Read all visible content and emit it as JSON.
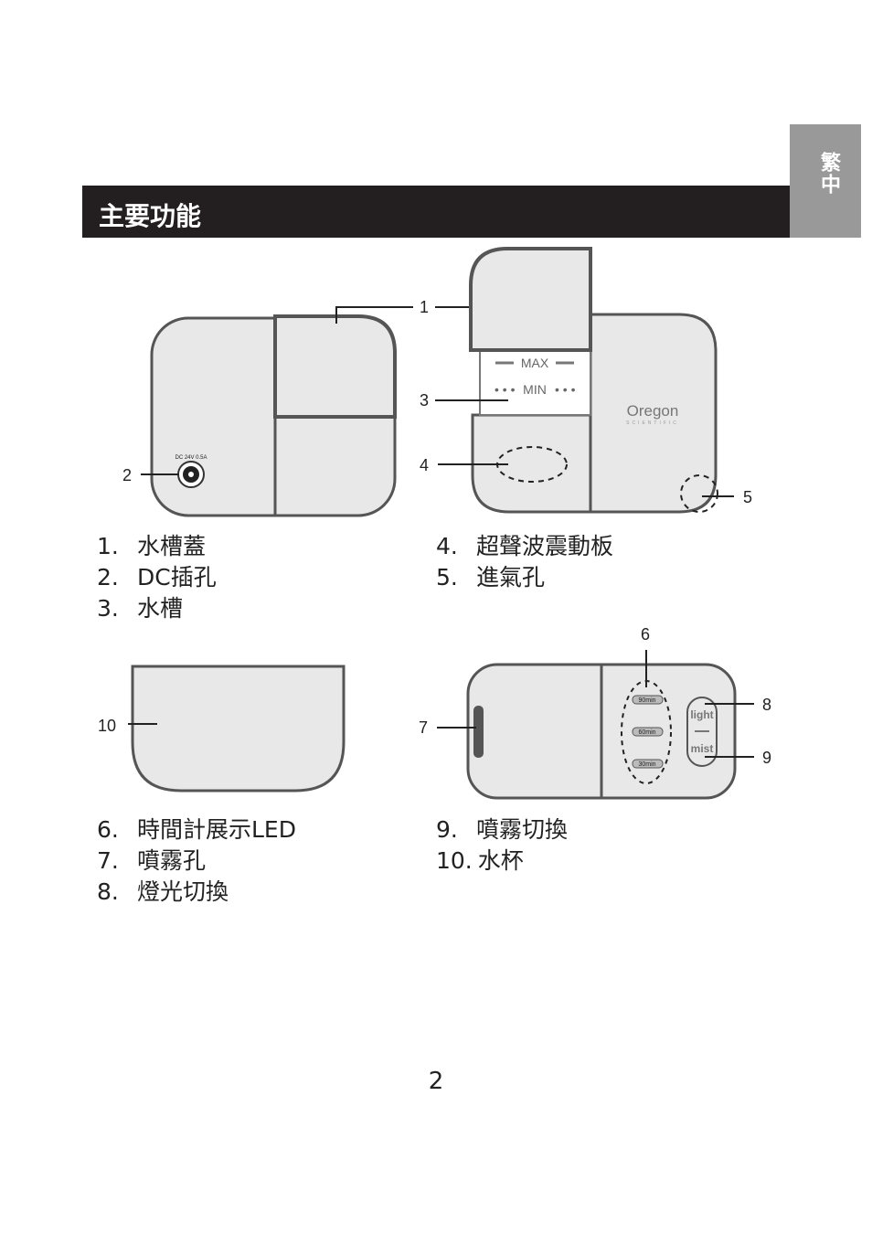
{
  "language_tab": "繁中",
  "section_title": "主要功能",
  "diagram_labels": [
    "1",
    "2",
    "3",
    "4",
    "5",
    "6",
    "7",
    "8",
    "9",
    "10"
  ],
  "device_text": {
    "max": "MAX",
    "min": "MIN",
    "brand": "Oregon",
    "brand_sub": "SCIENTIFIC",
    "dc_ring": "DC 24V 0.5A",
    "timer_90": "90min",
    "timer_60": "60min",
    "timer_30": "30min",
    "light": "light",
    "mist": "mist"
  },
  "features_left_top": [
    {
      "num": "1.",
      "text": "水槽蓋"
    },
    {
      "num": "2.",
      "text": "DC插孔"
    },
    {
      "num": "3.",
      "text": "水槽"
    }
  ],
  "features_right_top": [
    {
      "num": "4.",
      "text": "超聲波震動板"
    },
    {
      "num": "5.",
      "text": "進氣孔"
    }
  ],
  "features_left_bottom": [
    {
      "num": "6.",
      "text": "時間計展示LED"
    },
    {
      "num": "7.",
      "text": "噴霧孔"
    },
    {
      "num": "8.",
      "text": "燈光切換"
    }
  ],
  "features_right_bottom": [
    {
      "num": "9.",
      "text": "噴霧切換"
    },
    {
      "num": "10.",
      "text": "水杯"
    }
  ],
  "page_number": "2"
}
